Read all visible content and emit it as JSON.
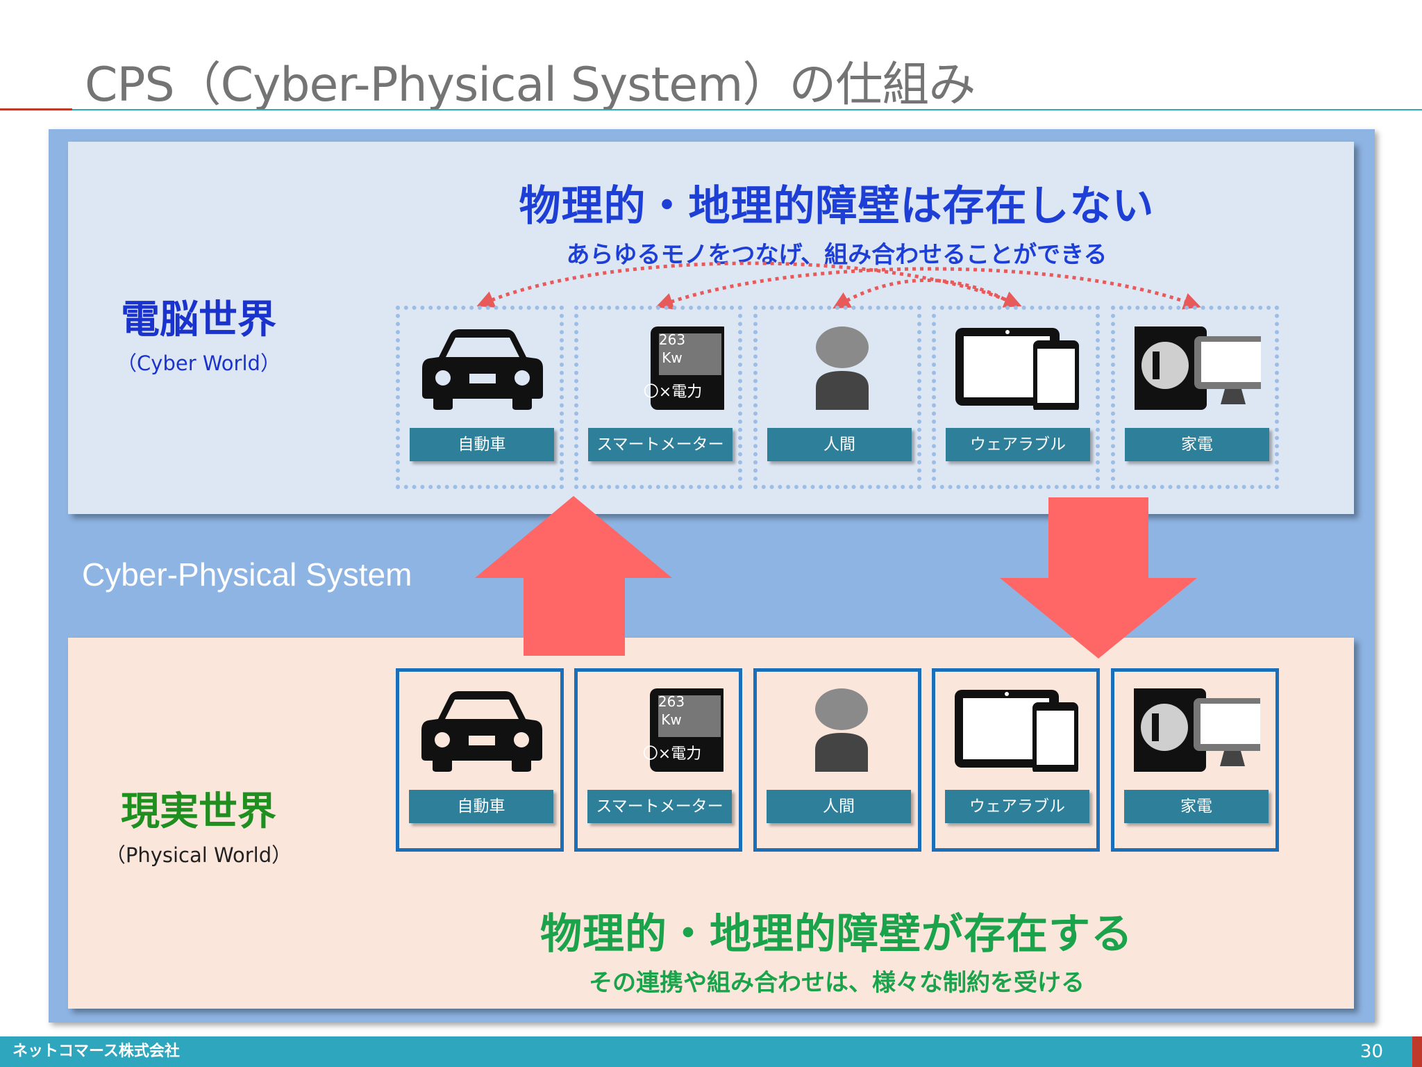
{
  "slide": {
    "title": "CPS（Cyber-Physical System）の仕組み",
    "page_number": "30",
    "company": "ネットコマース株式会社"
  },
  "cyber": {
    "world_name": "電脳世界",
    "world_name_en": "（Cyber World）",
    "headline": "物理的・地理的障壁は存在しない",
    "subheadline": "あらゆるモノをつなげ、組み合わせることができる"
  },
  "physical": {
    "world_name": "現実世界",
    "world_name_en": "（Physical World）",
    "headline": "物理的・地理的障壁が存在する",
    "subheadline": "その連携や組み合わせは、様々な制約を受ける"
  },
  "system_label": "Cyber-Physical System",
  "meter": {
    "value": "263",
    "unit": "Kw",
    "caption": "〇×電力"
  },
  "devices": [
    {
      "label": "自動車",
      "icon": "car-icon"
    },
    {
      "label": "スマートメーター",
      "icon": "smart-meter-icon"
    },
    {
      "label": "人間",
      "icon": "person-icon"
    },
    {
      "label": "ウェアラブル",
      "icon": "tablet-phone-icon"
    },
    {
      "label": "家電",
      "icon": "appliance-icon"
    }
  ],
  "colors": {
    "cyber_heading": "#1d3fd6",
    "physical_heading": "#1aa34a",
    "arrow": "#ff6666",
    "outer_bg": "#8eb4e3",
    "label_bg": "#2e7f99"
  }
}
